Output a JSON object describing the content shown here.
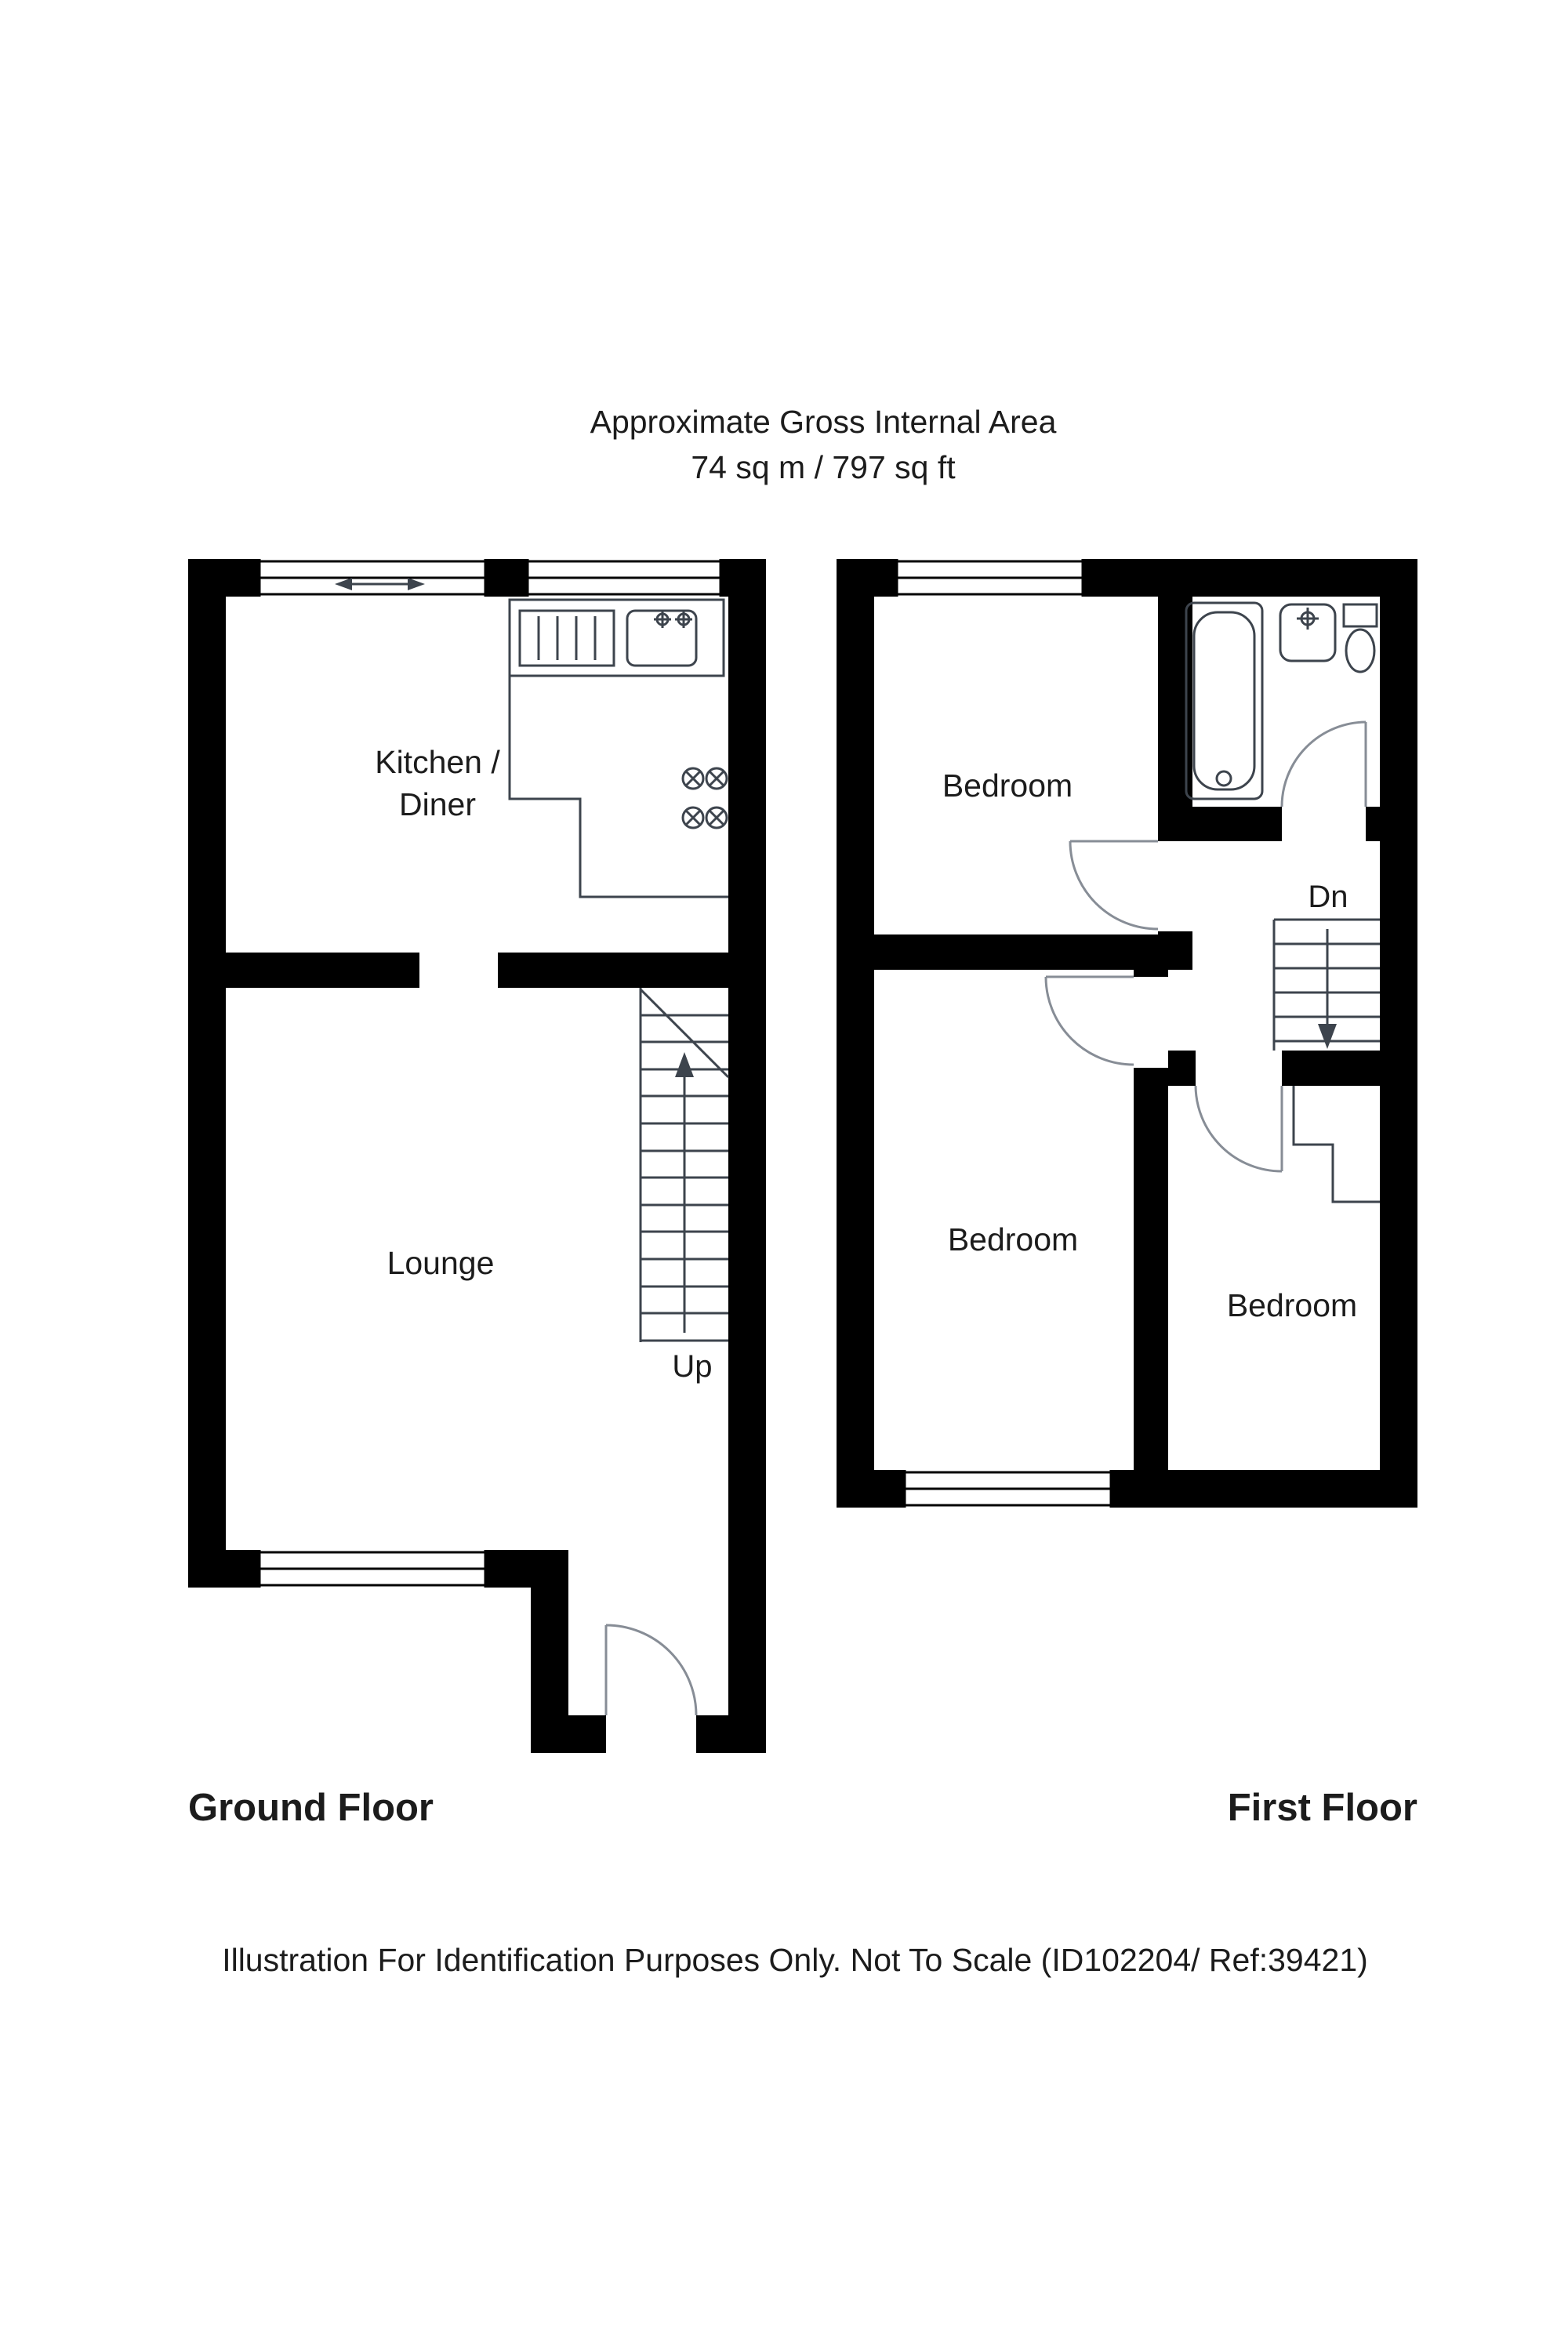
{
  "title": {
    "line1": "Approximate Gross Internal Area",
    "line2": "74 sq m / 797  sq ft"
  },
  "ground_floor": {
    "label": "Ground Floor",
    "kitchen_label_line1": "Kitchen /",
    "kitchen_label_line2": "Diner",
    "lounge_label": "Lounge",
    "stairs_label": "Up"
  },
  "first_floor": {
    "label": "First Floor",
    "bedroom1_label": "Bedroom",
    "bedroom2_label": "Bedroom",
    "bedroom3_label": "Bedroom",
    "stairs_label": "Dn"
  },
  "footer": {
    "disclaimer": "Illustration For Identification Purposes Only. Not To Scale (ID102204/ Ref:39421)"
  },
  "colors": {
    "wall": "#000000",
    "background": "#ffffff",
    "fixture_line": "#3d444d",
    "door_arc": "#878d96",
    "text": "#1c1c1c"
  }
}
